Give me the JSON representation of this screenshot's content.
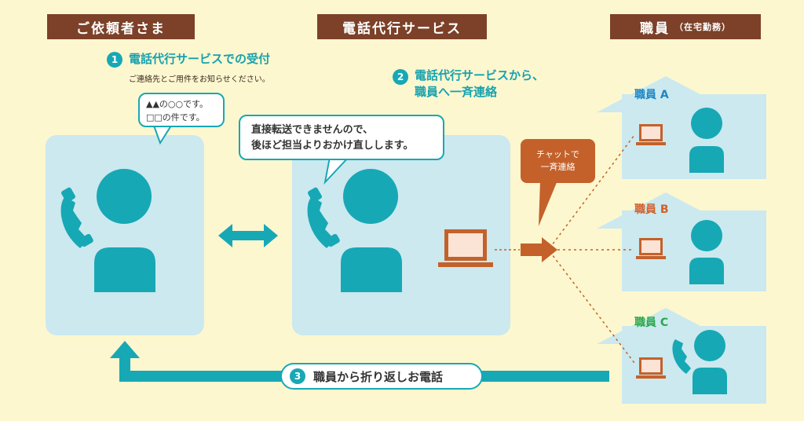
{
  "headers": {
    "client": "ご依頼者さま",
    "service": "電話代行サービス",
    "staff": "職員",
    "staff_note": "（在宅勤務）"
  },
  "steps": [
    {
      "num": "1",
      "title": "電話代行サービスでの受付",
      "sub": "ご連絡先とご用件をお知らせください。"
    },
    {
      "num": "2",
      "title_line1": "電話代行サービスから、",
      "title_line2": "職員へ一斉連絡"
    },
    {
      "num": "3",
      "title": "職員から折り返しお電話"
    }
  ],
  "bubbles": {
    "client_line1": "▲▲の○○です。",
    "client_line2": "□□の件です。",
    "operator_line1": "直接転送できませんので、",
    "operator_line2": "後ほど担当よりおかけ直しします。",
    "chat_line1": "チャットで",
    "chat_line2": "一斉連絡"
  },
  "staff_members": [
    {
      "label": "職員 A",
      "color": "#1f86c4"
    },
    {
      "label": "職員 B",
      "color": "#d2602b"
    },
    {
      "label": "職員 C",
      "color": "#2aa84a"
    }
  ],
  "colors": {
    "background": "#fdf7cf",
    "header": "#7c4128",
    "teal": "#17a8b5",
    "panel": "#cbe9ef",
    "laptop": "#c4612b"
  }
}
